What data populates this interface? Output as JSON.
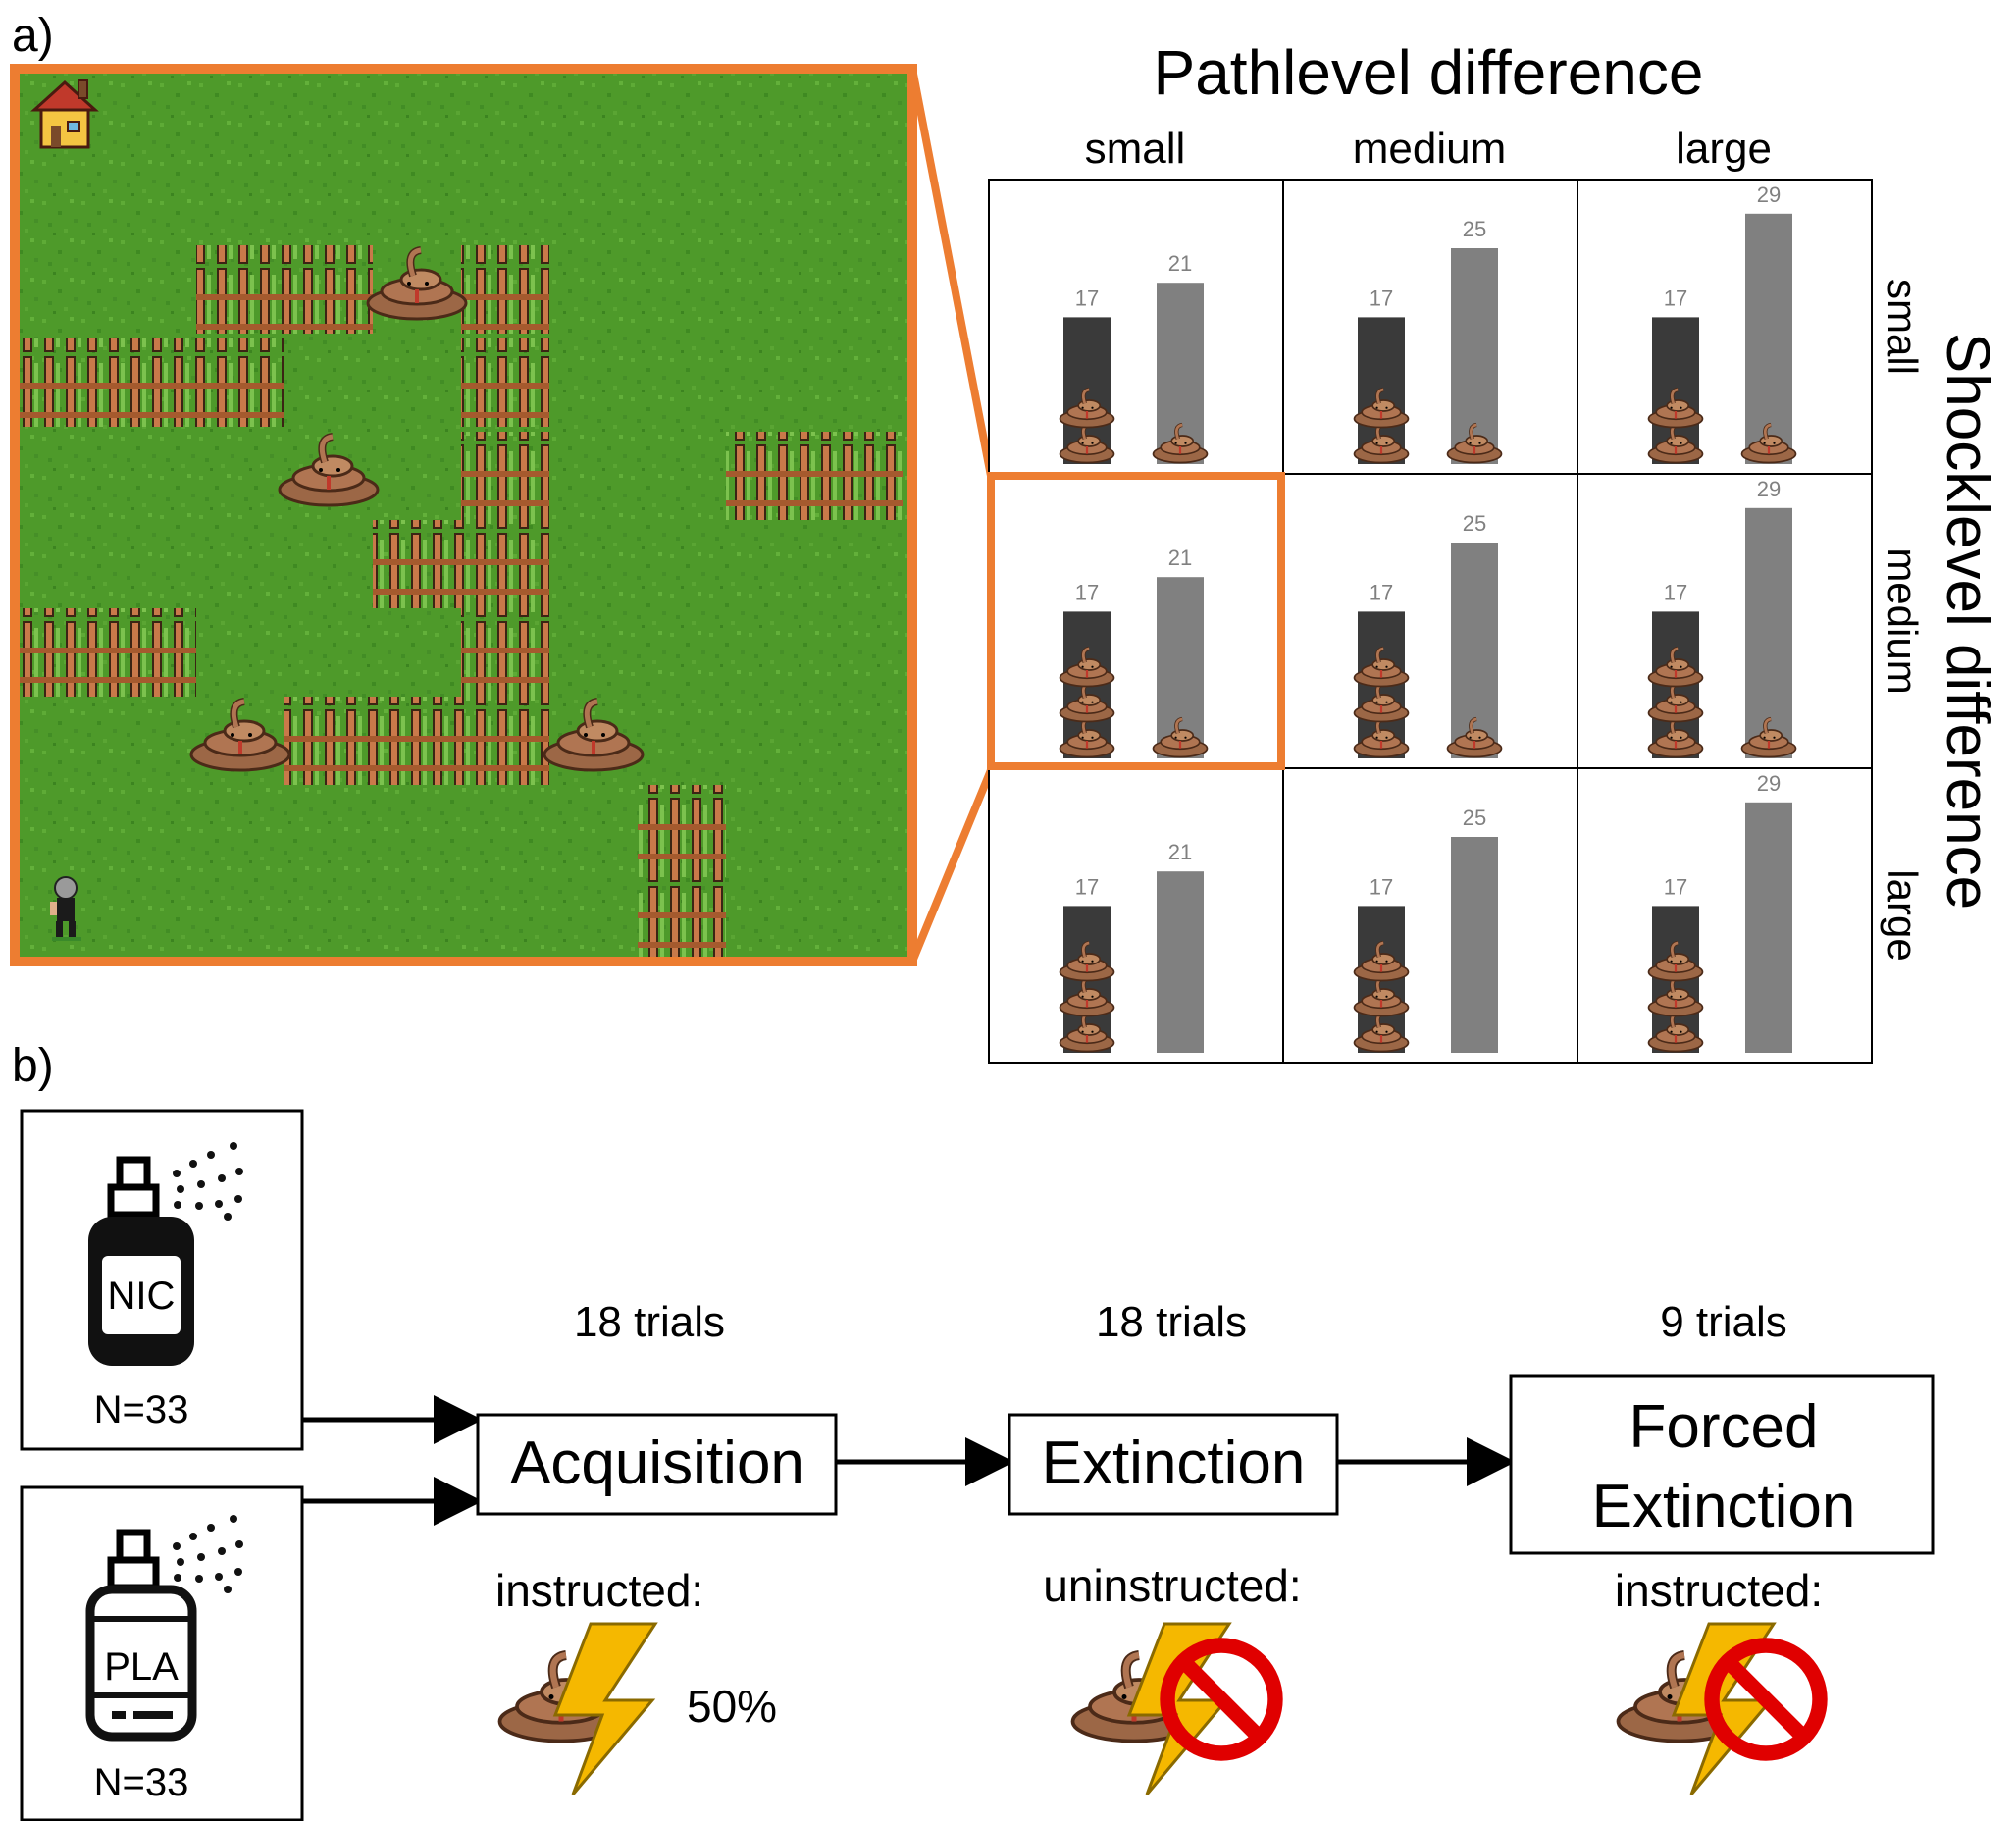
{
  "panel_a": {
    "label": "a)",
    "grid": {
      "title": "Pathlevel difference",
      "col_headers": [
        "small",
        "medium",
        "large"
      ],
      "row_title": "Shocklevel difference",
      "row_headers": [
        "small",
        "medium",
        "large"
      ],
      "highlight": {
        "row": 1,
        "col": 0
      },
      "colors": {
        "dark_bar": "#3a3a3a",
        "light_bar": "#808080",
        "highlight": "#ed7d31"
      },
      "cells": [
        [
          {
            "dark": 17,
            "light": 21,
            "snakes_dark": 2,
            "snakes_light": 1
          },
          {
            "dark": 17,
            "light": 25,
            "snakes_dark": 2,
            "snakes_light": 1
          },
          {
            "dark": 17,
            "light": 29,
            "snakes_dark": 2,
            "snakes_light": 1
          }
        ],
        [
          {
            "dark": 17,
            "light": 21,
            "snakes_dark": 3,
            "snakes_light": 1
          },
          {
            "dark": 17,
            "light": 25,
            "snakes_dark": 3,
            "snakes_light": 1
          },
          {
            "dark": 17,
            "light": 29,
            "snakes_dark": 3,
            "snakes_light": 1
          }
        ],
        [
          {
            "dark": 17,
            "light": 21,
            "snakes_dark": 3,
            "snakes_light": 0
          },
          {
            "dark": 17,
            "light": 25,
            "snakes_dark": 3,
            "snakes_light": 0
          },
          {
            "dark": 17,
            "light": 29,
            "snakes_dark": 3,
            "snakes_light": 0
          }
        ]
      ]
    }
  },
  "panel_b": {
    "label": "b)",
    "groups": [
      {
        "spray": "NIC",
        "n": "N=33"
      },
      {
        "spray": "PLA",
        "n": "N=33"
      }
    ],
    "phases": [
      {
        "trials": "18 trials",
        "name": [
          "Acquisition"
        ],
        "instr": "instructed:",
        "badge": "50%"
      },
      {
        "trials": "18 trials",
        "name": [
          "Extinction"
        ],
        "instr": "uninstructed:",
        "badge": ""
      },
      {
        "trials": "9 trials",
        "name": [
          "Forced",
          "Extinction"
        ],
        "instr": "instructed:",
        "badge": ""
      }
    ]
  }
}
